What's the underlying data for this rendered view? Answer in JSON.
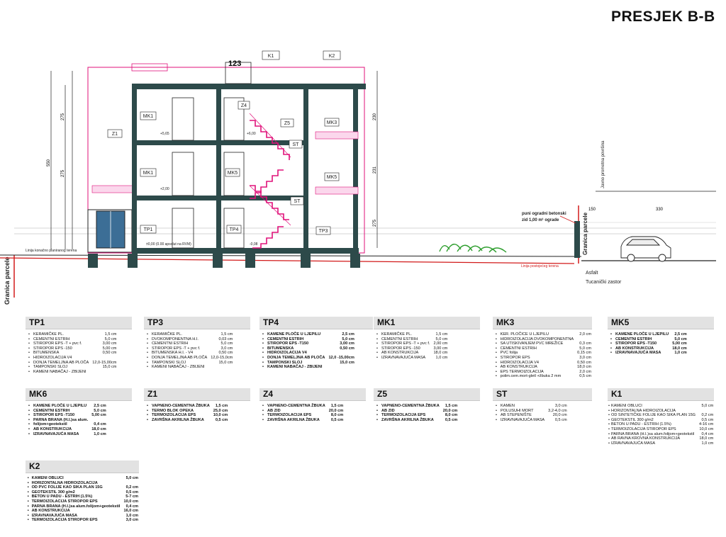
{
  "title": "PRESJEK B-B",
  "drawing": {
    "tags": [
      "K1",
      "K2",
      "MK1",
      "MK3",
      "Z1",
      "Z4",
      "Z5",
      "ST",
      "MK1",
      "MK5",
      "MK5",
      "ST",
      "TP1",
      "TP4",
      "TP3"
    ],
    "dim_top": "123",
    "dims_right": [
      "230",
      "231",
      "275"
    ],
    "dims_left": [
      "550",
      "275",
      "275"
    ],
    "level_labels": [
      "+5,65",
      "+2,00",
      "+6,00",
      "±0,00 (0.00 apsolut na RVM)",
      "-0,08"
    ],
    "ground_left": "Linija konačno planiranog terena",
    "ground_right": "Linija postojećeg terena",
    "parcel_left": "Granica parcele",
    "parcel_right": "Granica parcele",
    "fence": "puni ogradni betonski\nzid 1,00 m¹ ograde",
    "road_label": "Javno prometna površina",
    "dim_road": [
      "150",
      "330"
    ],
    "asfalt": "Asfalt",
    "tucanicki": "Tucanički zastor"
  },
  "legend": [
    {
      "id": "TP1",
      "bold": false,
      "rows": [
        [
          "KERAMIČKE PL.",
          "1,5 cm"
        ],
        [
          "CEMENTNI ESTRIH",
          "5,0 cm"
        ],
        [
          "STIROPOR EPS -T  + pvc f.",
          "3,00 cm"
        ],
        [
          "STIROPOR EPS -150",
          "5,00 cm"
        ],
        [
          "BITUMENSKA",
          "0,50 cm"
        ],
        [
          "HIDROIZOLACIJA V4",
          ""
        ],
        [
          "DONJA TEMELJNA AB PLOČA",
          "12,0-15,00cm"
        ],
        [
          "TAMPONSKI SLOJ",
          "15,0 cm"
        ],
        [
          "KAMENI NABAČAJ - ZBIJENI",
          ""
        ]
      ]
    },
    {
      "id": "TP3",
      "bold": false,
      "rows": [
        [
          "KERAMIČKE PL.",
          "1,5 cm"
        ],
        [
          "DVOKOMPONENTNA H.I.",
          "0,03 cm"
        ],
        [
          "CEMENTNI ESTRIH",
          "5,0  cm"
        ],
        [
          "STIROPOR EPS -T  + pvc f.",
          "3,0  cm"
        ],
        [
          "BITUMENSKA H.I. - V4",
          "0,50 cm"
        ],
        [
          "DONJA TEMELJNA AB PLOČA",
          "12,0-15,0cm"
        ],
        [
          "TAMPONSKI SLOJ",
          "15,0 cm"
        ],
        [
          "KAMENI NABAČAJ - ZBIJENI",
          ""
        ]
      ]
    },
    {
      "id": "TP4",
      "bold": true,
      "rows": [
        [
          "KAMENE PLOČE U LJEPILU",
          "2,5 cm"
        ],
        [
          "CEMENTNI ESTRIH",
          "5,0 cm"
        ],
        [
          "STIROPOR EPS -T150",
          "3,00 cm"
        ],
        [
          "BITUMENSKA",
          "0,50 cm"
        ],
        [
          "HIDROIZOLACIJA V4",
          ""
        ],
        [
          "DONJA TEMELJNA AB PLOČA",
          "12,0 -15,00cm"
        ],
        [
          "TAMPONSKI SLOJ",
          "15,0 cm"
        ],
        [
          "KAMENI NABAČAJ - ZBIJENI",
          ""
        ]
      ]
    },
    {
      "id": "MK1",
      "bold": false,
      "rows": [
        [
          "KERAMIČKE PL.",
          "1,5 cm"
        ],
        [
          "CEMENTNI ESTRIH",
          "5,0 cm"
        ],
        [
          "STIROPOR EPS -T  + pvc f.",
          "2,00 cm"
        ],
        [
          "STIROPOR EPS -150",
          "3,00 cm"
        ],
        [
          "AB KONSTRUKCIJA",
          "18,0 cm"
        ],
        [
          "IZRAVNAVAJUĆA MASA",
          "1,0 cm"
        ]
      ]
    },
    {
      "id": "MK3",
      "bold": false,
      "rows": [
        [
          "KER. PLOČICE U LJEPILU",
          "2,0 cm"
        ],
        [
          "HIDROIZOLACIJA DVOKOMPONENTNA",
          ""
        ],
        [
          "SA UTISKIVANJEM PVC MREŽICE",
          "0,3 cm"
        ],
        [
          "CEMENTNI ESTRIH",
          "5,0 cm"
        ],
        [
          "PVC folija",
          "0,15 cm"
        ],
        [
          "STIROPOR EPS",
          "3,0 cm"
        ],
        [
          "HIDROIZOLACIJA V4",
          "0,50 cm"
        ],
        [
          "AB KONSTRUKCIJA",
          "18,0 cm"
        ],
        [
          "EPS TERMOIZOLACIJA",
          "2,0 cm"
        ],
        [
          "polim.cem.mort-gletl +žbuka 2 mm",
          "0,5 cm"
        ]
      ]
    },
    {
      "id": "MK5",
      "bold": true,
      "rows": [
        [
          "KAMENE PLOČE U LJEPILU",
          "2,5 cm"
        ],
        [
          "CEMENTNI ESTRIH",
          "5,0 cm"
        ],
        [
          "STIROPOR EPS -T150",
          "5,00 cm"
        ],
        [
          "AB KONSTRUKCIJA",
          "18,0 cm"
        ],
        [
          "IZRAVNAVAJUĆA MASA",
          "1,0 cm"
        ]
      ]
    },
    {
      "id": "MK6",
      "bold": true,
      "rows": [
        [
          "KAMENE PLOČE U LJEPILU",
          "2,5 cm"
        ],
        [
          "CEMENTNI ESTRIH",
          "5,0 cm"
        ],
        [
          "STIROPOR EPS -T150",
          "5,00 cm"
        ],
        [
          "PARNA BRANA (H.I.)sa alum.",
          ""
        ],
        [
          "folijom+geotekstil",
          "0,4 cm"
        ],
        [
          "AB KONSTRUKCIJA",
          "18,0 cm"
        ],
        [
          "IZRAVNAVAJUĆA MASA",
          "1,0 cm"
        ]
      ]
    },
    {
      "id": "Z1",
      "bold": true,
      "rows": [
        [
          "VAPNENO-CEMENTNA ŽBUKA",
          "1,5 cm"
        ],
        [
          "TERMO BLOK OPEKA",
          "25,0 cm"
        ],
        [
          "TERMOIZOLACIJA EPS",
          "10,0 cm"
        ],
        [
          "ZAVRŠNA AKRILNA ŽBUKA",
          "0,5 cm"
        ]
      ]
    },
    {
      "id": "Z4",
      "bold": true,
      "rows": [
        [
          "VAPNENO-CEMENTNA ŽBUKA",
          "1,5 cm"
        ],
        [
          "AB ZID",
          "20,0 cm"
        ],
        [
          "TERMOIZOLACIJA EPS",
          "8,0 cm"
        ],
        [
          "ZAVRŠNA AKRILNA ŽBUKA",
          "0,5 cm"
        ]
      ]
    },
    {
      "id": "Z5",
      "bold": true,
      "rows": [
        [
          "VAPNENO-CEMENTNA ŽBUKA",
          "1,5 cm"
        ],
        [
          "AB ZID",
          "20,0 cm"
        ],
        [
          "TERMOIZOLACIJA EPS",
          "8,0 cm"
        ],
        [
          "ZAVRŠNA AKRILNA ŽBUKA",
          "0,5 cm"
        ]
      ]
    },
    {
      "id": "ST",
      "bold": false,
      "rows": [
        [
          "KAMEN",
          "3,0 cm"
        ],
        [
          "POLUSUHI MORT",
          "3,2-4,0 cm"
        ],
        [
          "AB STEPENIŠTE",
          "20,0 cm"
        ],
        [
          "IZRAVNAVAJUĆA MASA",
          "0,5 cm"
        ]
      ]
    },
    {
      "id": "K1",
      "bold": false,
      "rows": [
        [
          "KAMENI OBLUCI",
          "5,0 cm"
        ],
        [
          "HORIZONTALNA HIDROIZOLACIJA",
          ""
        ],
        [
          "OD SINTETIČKE FOLIJE  KAO SIKA PLAN 15G",
          "0,2 cm"
        ],
        [
          "GEOTEKSTIL 300 g/m2",
          "0,5 cm"
        ],
        [
          "BETON U PADU - ESTRIH (1.5%)",
          "4-16 cm"
        ],
        [
          "TERMOIZOLACIJA STIROPOR EPS",
          "10,0 cm"
        ],
        [
          "PARNA BRANA (H.I.)sa alum.folijom+geotekstil",
          "0,4 cm"
        ],
        [
          "AB RAVNA KROVNA KONSTRUKCIJA",
          "18,0 cm"
        ],
        [
          "IZRAVNAVAJUĆA MASA",
          "1,0 cm"
        ]
      ]
    },
    {
      "id": "K2",
      "bold": true,
      "rows": [
        [
          "KAMENI OBLUCI",
          "5,0 cm"
        ],
        [
          "HORIZONTALNA HIDROIZOLACIJA",
          ""
        ],
        [
          "OD PVC FOLIJE  KAO SIKA PLAN 15G",
          "0,2 cm"
        ],
        [
          "GEOTEKSTIL 300 g/m2",
          "0,5 cm"
        ],
        [
          "BETON U PADU - ESTRIH (1.5%)",
          "5-7 cm"
        ],
        [
          "TERMOIZOLACIJA STIROPOR EPS",
          "10,0  cm"
        ],
        [
          "PARNA BRANA (H.I.)sa alum.folijom+geotekstil",
          "0,4 cm"
        ],
        [
          "AB KONSTRUKCIJA",
          "16,0 cm"
        ],
        [
          "IZRAVNAVAJUĆA MASA",
          "1,0 cm"
        ],
        [
          "TERMOIZOLACIJA STIROPOR EPS",
          "3,0  cm"
        ]
      ]
    }
  ]
}
